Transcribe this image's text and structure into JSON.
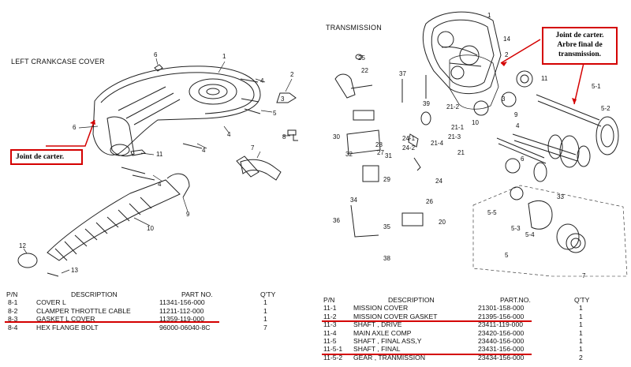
{
  "left": {
    "title": "LEFT CRANKCASE COVER",
    "callout": "Joint de carter.",
    "part_labels": [
      "1",
      "2",
      "3",
      "4",
      "4",
      "4",
      "4",
      "5",
      "6",
      "6",
      "7",
      "8",
      "9",
      "10",
      "11",
      "12",
      "13"
    ],
    "table": {
      "headers": {
        "pn": "P/N",
        "desc": "DESCRIPTION",
        "part": "PART NO.",
        "qty": "Q'TY"
      },
      "rows": [
        {
          "pn": "8-1",
          "desc": "COVER L",
          "part": "11341-156-000",
          "qty": "1"
        },
        {
          "pn": "8-2",
          "desc": "CLAMPER THROTTLE CABLE",
          "part": "11211-112-000",
          "qty": "1"
        },
        {
          "pn": "8-3",
          "desc": "GASKET L COVER",
          "part": "11359-119-000",
          "qty": "1"
        },
        {
          "pn": "8-4",
          "desc": "HEX FLANGE BOLT",
          "part": "96000-06040-8C",
          "qty": "7"
        }
      ]
    }
  },
  "right": {
    "title": "TRANSMISSION",
    "callout": "Joint de carter. Arbre final de transmission.",
    "part_labels": [
      "1",
      "2",
      "3",
      "4",
      "5",
      "5-1",
      "5-2",
      "5-3",
      "5-4",
      "5-5",
      "6",
      "7",
      "9",
      "10",
      "11",
      "14",
      "21",
      "22",
      "25",
      "26",
      "27",
      "28",
      "29",
      "30",
      "31",
      "32",
      "33",
      "34",
      "35",
      "36",
      "37",
      "38",
      "39",
      "20",
      "24",
      "21-1",
      "21-2",
      "21-3",
      "21-4",
      "24-1",
      "24-2"
    ],
    "table": {
      "headers": {
        "pn": "P/N",
        "desc": "DESCRIPTION",
        "part": "PART.NO.",
        "qty": "Q'TY"
      },
      "rows": [
        {
          "pn": "11-1",
          "desc": "MISSION COVER",
          "part": "21301-158-000",
          "qty": "1"
        },
        {
          "pn": "11-2",
          "desc": "MISSION COVER GASKET",
          "part": "21395-156-000",
          "qty": "1"
        },
        {
          "pn": "11-3",
          "desc": "SHAFT , DRIVE",
          "part": "23411-119-000",
          "qty": "1"
        },
        {
          "pn": "11-4",
          "desc": "MAIN AXLE COMP",
          "part": "23420-156-000",
          "qty": "1"
        },
        {
          "pn": "11-5",
          "desc": "SHAFT , FINAL ASS,Y",
          "part": "23440-156-000",
          "qty": "1"
        },
        {
          "pn": "11-5-1",
          "desc": "SHAFT , FINAL",
          "part": "23431-156-000",
          "qty": "1"
        },
        {
          "pn": "11-5-2",
          "desc": "GEAR , TRANMISSION",
          "part": "23434-156-000",
          "qty": "2"
        }
      ]
    }
  },
  "colors": {
    "highlight": "#d40000",
    "ink": "#111111"
  }
}
